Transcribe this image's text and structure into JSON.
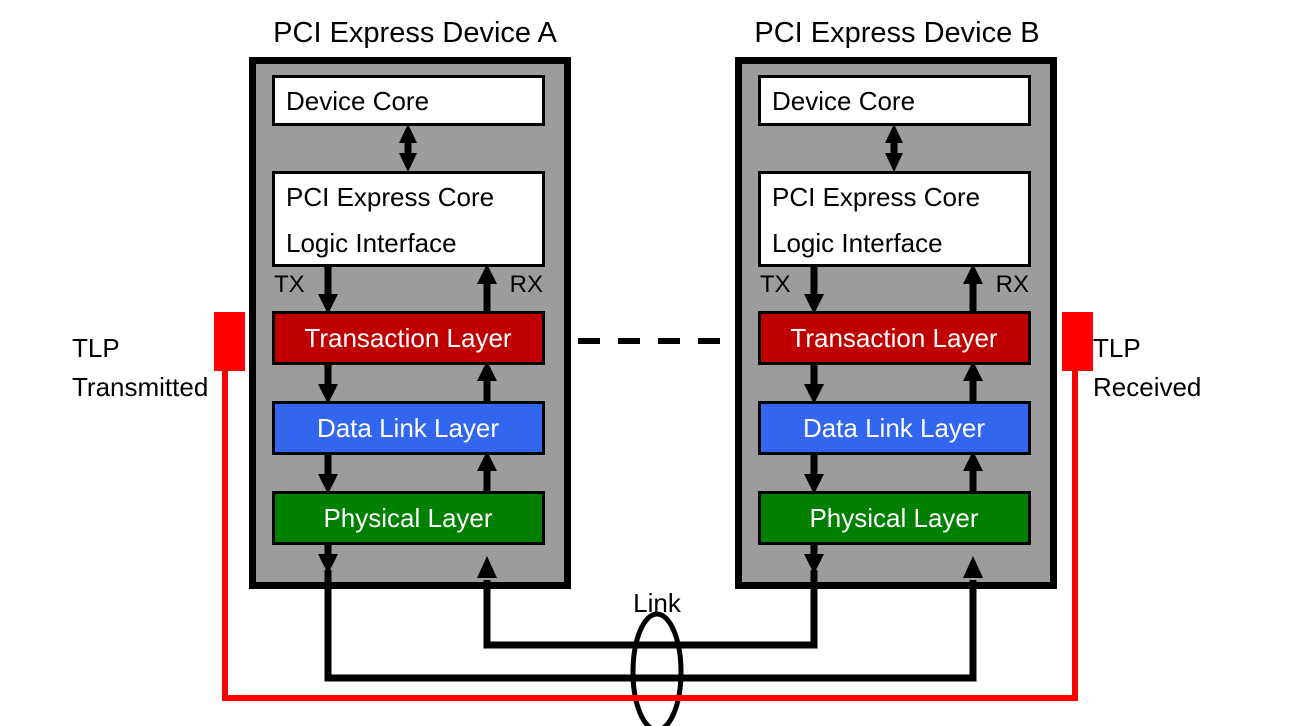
{
  "diagram": {
    "title_a": "PCI Express Device A",
    "title_b": "PCI Express Device B",
    "link_label": "Link",
    "colors": {
      "panel_gray": "#9c9c9c",
      "transaction_red": "#c00000",
      "datalink_blue": "#3366ee",
      "physical_green": "#008000",
      "marker_red": "#ff0000",
      "outline_black": "#000000",
      "box_white": "#ffffff"
    },
    "device_a": {
      "name": "PCI Express Device A",
      "device_core": "Device Core",
      "core_logic_line1": "PCI Express Core",
      "core_logic_line2": "Logic Interface",
      "tx_label": "TX",
      "rx_label": "RX",
      "layers": [
        {
          "name": "Transaction Layer",
          "color": "#c00000"
        },
        {
          "name": "Data Link Layer",
          "color": "#3366ee"
        },
        {
          "name": "Physical Layer",
          "color": "#008000"
        }
      ]
    },
    "device_b": {
      "name": "PCI Express Device B",
      "device_core": "Device Core",
      "core_logic_line1": "PCI Express Core",
      "core_logic_line2": "Logic Interface",
      "tx_label": "TX",
      "rx_label": "RX",
      "layers": [
        {
          "name": "Transaction Layer",
          "color": "#c00000"
        },
        {
          "name": "Data Link Layer",
          "color": "#3366ee"
        },
        {
          "name": "Physical Layer",
          "color": "#008000"
        }
      ]
    },
    "markers": {
      "left_line1": "TLP",
      "left_line2": "Transmitted",
      "right_line1": "TLP",
      "right_line2": "Received"
    }
  }
}
